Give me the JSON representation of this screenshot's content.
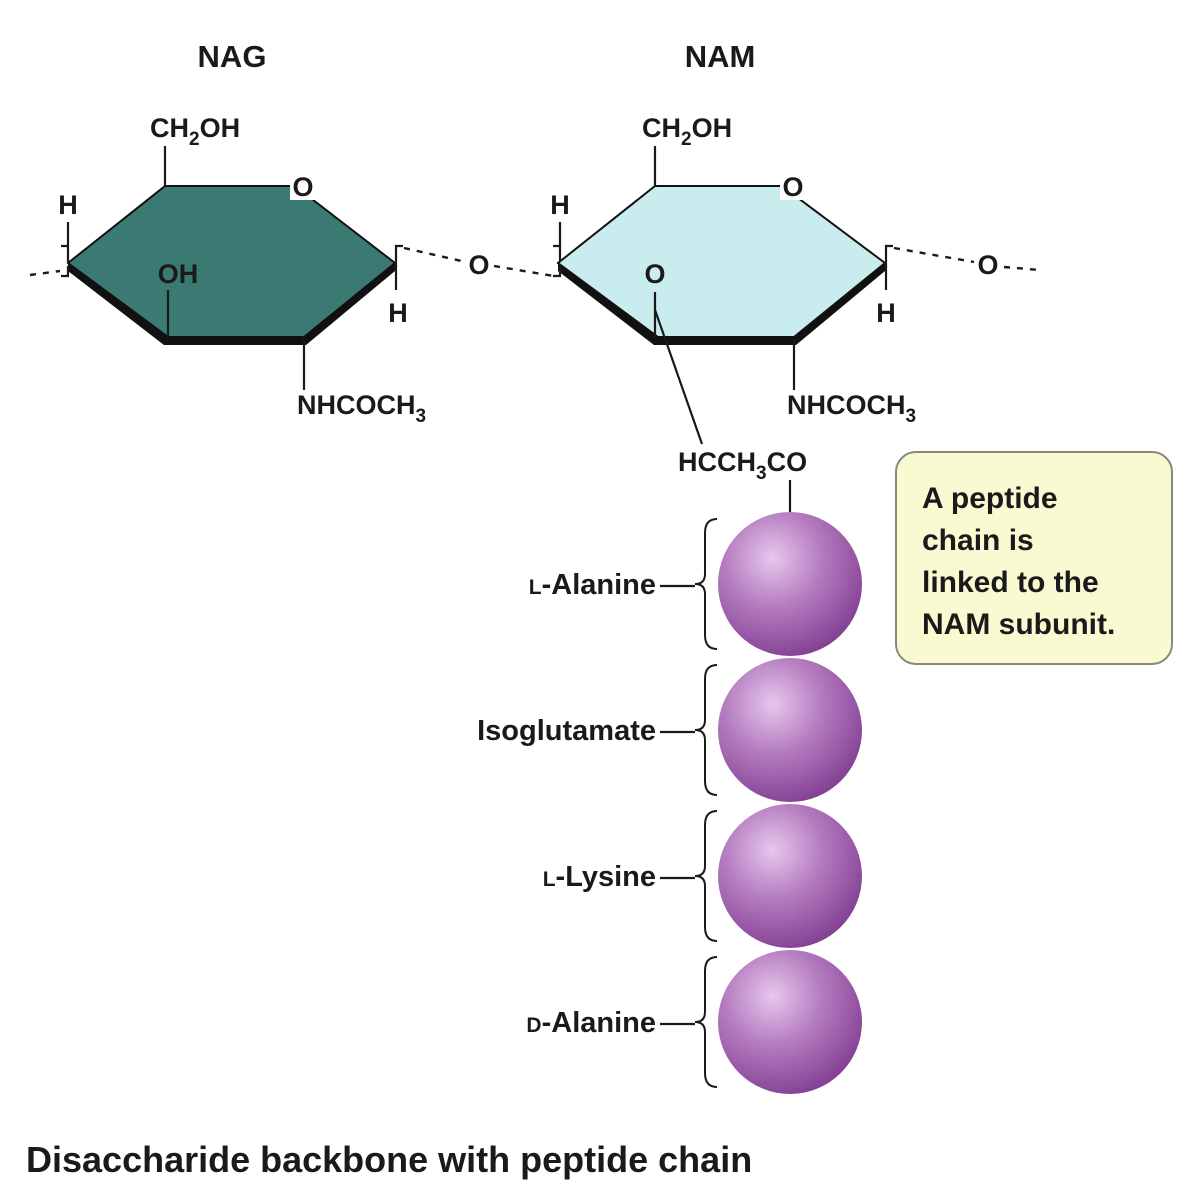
{
  "sugars": {
    "nag": {
      "name": "NAG",
      "group_top": "CH",
      "group_top_sub": "2",
      "group_top_tail": "OH",
      "ring_o": "O",
      "left_h": "H",
      "right_h": "H",
      "inner_group": "OH",
      "bottom_group": "NHCOCH",
      "bottom_group_sub": "3",
      "fill": "#3a7a73"
    },
    "nam": {
      "name": "NAM",
      "group_top": "CH",
      "group_top_sub": "2",
      "group_top_tail": "OH",
      "ring_o": "O",
      "left_h": "H",
      "right_h": "H",
      "inner_group": "O",
      "bottom_group": "NHCOCH",
      "bottom_group_sub": "3",
      "fill": "#c9ecee"
    },
    "glycosidic_o1": "O",
    "glycosidic_o2": "O"
  },
  "linker": {
    "text_a": "HCCH",
    "sub": "3",
    "text_b": "CO"
  },
  "peptide_chain": {
    "sphere_color": "#a964b6",
    "residues": [
      {
        "prefix": "L",
        "name": "-Alanine"
      },
      {
        "prefix": "",
        "name": "Isoglutamate"
      },
      {
        "prefix": "L",
        "name": "-Lysine"
      },
      {
        "prefix": "D",
        "name": "-Alanine"
      }
    ]
  },
  "callout": {
    "lines": [
      "A peptide",
      "chain is",
      "linked to the",
      "NAM subunit."
    ],
    "fill": "#fafad2"
  },
  "caption": "Disaccharide backbone with peptide chain"
}
